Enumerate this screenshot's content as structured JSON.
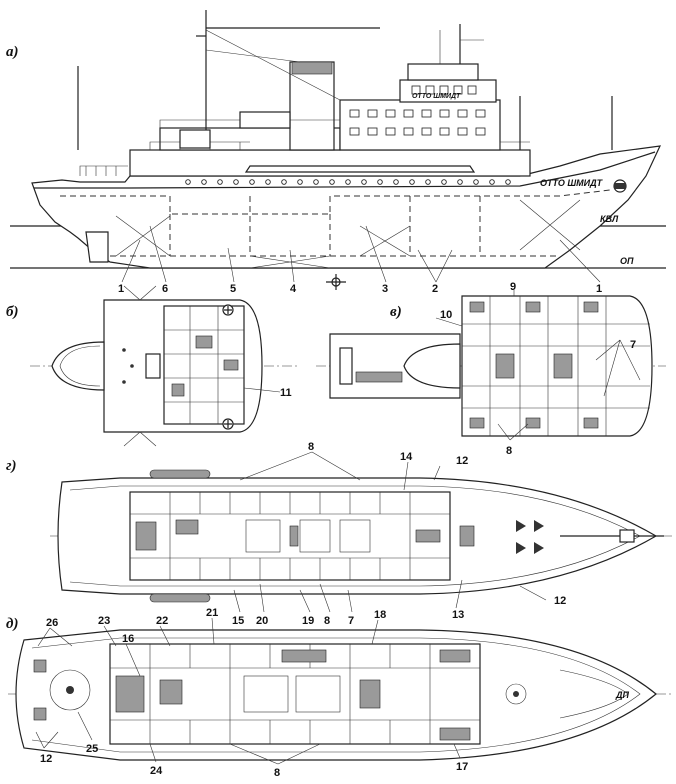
{
  "panels": {
    "a": "а)",
    "b": "б)",
    "v": "в)",
    "g": "г)",
    "d": "д)"
  },
  "side_view": {
    "ship_name": "OTTO ШМИДТ",
    "bridge_name": "OTTO ШМИДТ",
    "waterline_label": "КВЛ",
    "baseline_label": "ОП",
    "callouts": [
      "1",
      "6",
      "5",
      "4",
      "3",
      "2",
      "1"
    ]
  },
  "plan_b": {
    "callouts": [
      "11"
    ]
  },
  "plan_v": {
    "callouts": [
      "10",
      "9",
      "7",
      "8"
    ]
  },
  "plan_g": {
    "callouts": [
      "8",
      "14",
      "12",
      "15",
      "20",
      "19",
      "8",
      "7",
      "13",
      "12"
    ]
  },
  "plan_d": {
    "callouts": [
      "26",
      "23",
      "16",
      "22",
      "21",
      "18",
      "25",
      "12",
      "24",
      "8",
      "17"
    ],
    "centerline_label": "ДП"
  },
  "colors": {
    "ink": "#222222",
    "background": "#ffffff",
    "hatch": "#9a9a9a"
  }
}
